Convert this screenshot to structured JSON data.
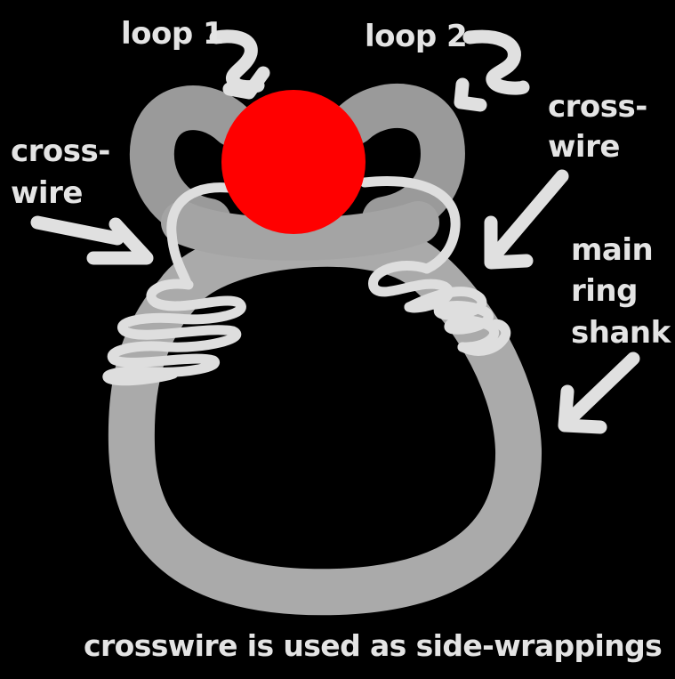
{
  "labels": {
    "loop1": "loop 1",
    "loop2": "loop 2",
    "crosswire_left_line1": "cross-",
    "crosswire_left_line2": "wire",
    "crosswire_right_line1": "cross-",
    "crosswire_right_line2": "wire",
    "shank_line1": "main",
    "shank_line2": "ring",
    "shank_line3": "shank"
  },
  "caption": "crosswire is used as side-wrappings",
  "colors": {
    "background": "#000000",
    "stone": "#ff0000",
    "ring_wire": "#aaaaaa",
    "loop_wire": "#9a9a9a",
    "cross_wire": "#dedede",
    "text": "#e4e4e4",
    "arrows": "#e0e0e0"
  }
}
